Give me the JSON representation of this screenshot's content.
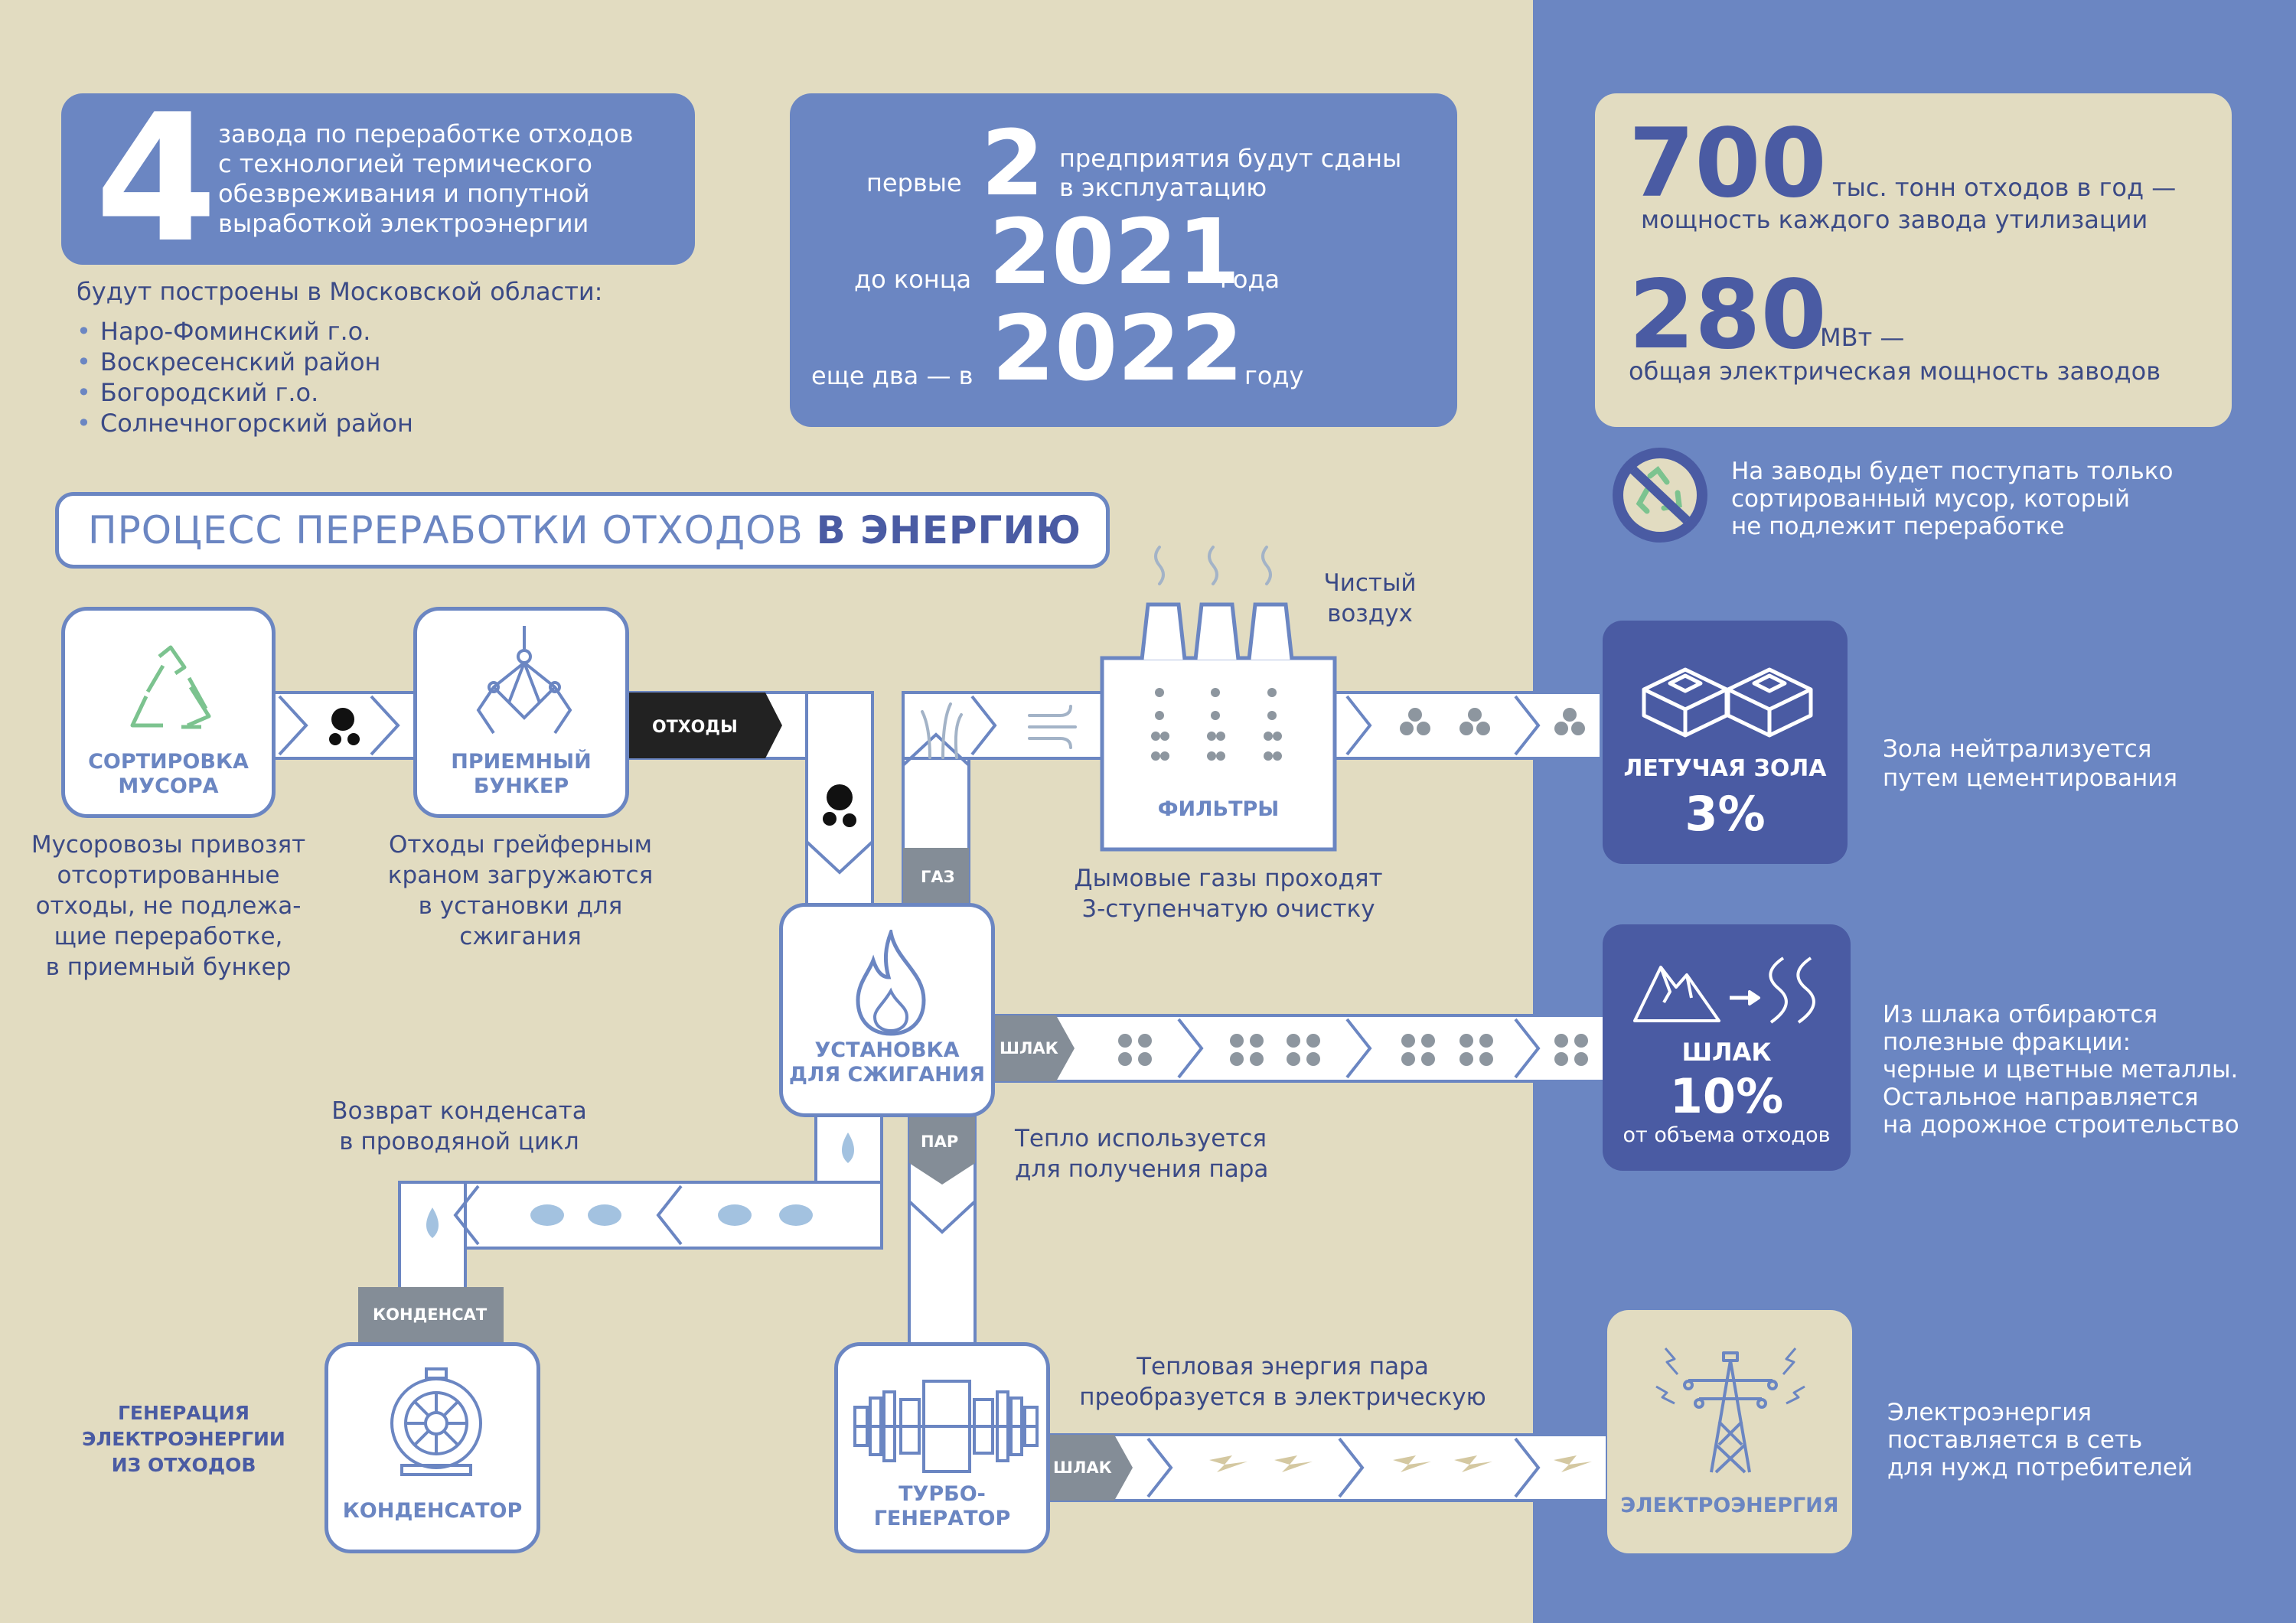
{
  "top_left": {
    "number": "4",
    "card_text": [
      "завода по переработке отходов",
      "с технологией термического",
      "обезвреживания и попутной",
      "выработкой электроэнергии"
    ],
    "subtitle": "будут построены в Московской области:",
    "locations": [
      "Наро-Фоминский г.о.",
      "Воскресенский район",
      "Богородский г.о.",
      "Солнечногорский район"
    ]
  },
  "schedule": {
    "row1_prefix": "первые",
    "row1_number": "2",
    "row1_suffix": [
      "предприятия будут сданы",
      "в эксплуатацию"
    ],
    "row2_prefix": "до конца",
    "row2_number": "2021",
    "row2_suffix": "года",
    "row3_prefix": "еще два — в",
    "row3_number": "2022",
    "row3_suffix": "году"
  },
  "stats": {
    "capacity_number": "700",
    "capacity_unit": "тыс. тонн отходов в год —",
    "capacity_caption": "мощность каждого завода утилизации",
    "power_number": "280",
    "power_unit": "МВт —",
    "power_caption": "общая электрическая мощность заводов"
  },
  "sorted_note": [
    "На заводы будет поступать только",
    "сортированный мусор, который",
    "не подлежит переработке"
  ],
  "process_title": {
    "normal": "ПРОЦЕСС ПЕРЕРАБОТКИ ОТХОДОВ",
    "bold": "В ЭНЕРГИЮ"
  },
  "nodes": {
    "sorting": [
      "СОРТИРОВКА",
      "МУСОРА"
    ],
    "bunker": [
      "ПРИЕМНЫЙ",
      "БУНКЕР"
    ],
    "filters": "ФИЛЬТРЫ",
    "incinerator": [
      "УСТАНОВКА",
      "ДЛЯ СЖИГАНИЯ"
    ],
    "condenser": "КОНДЕНСАТОР",
    "turbine": [
      "ТУРБО-",
      "ГЕНЕРАТОР"
    ],
    "fly_ash": {
      "label": "ЛЕТУЧАЯ ЗОЛА",
      "value": "3%"
    },
    "slag": {
      "label": "ШЛАК",
      "value": "10%",
      "caption": "от объема отходов"
    },
    "electricity": "ЭЛЕКТРОЭНЕРГИЯ"
  },
  "tags": {
    "waste": "ОТХОДЫ",
    "gas": "ГАЗ",
    "slag": "ШЛАК",
    "steam": "ПАР",
    "condensate": "КОНДЕНСАТ",
    "slag2": "ШЛАК"
  },
  "captions": {
    "sorting": [
      "Мусоровозы привозят",
      "отсортированные",
      "отходы, не подлежа-",
      "щие переработке,",
      "в приемный бункер"
    ],
    "bunker": [
      "Отходы грейферным",
      "краном загружаются",
      "в установки для",
      "сжигания"
    ],
    "clean_air": [
      "Чистый",
      "воздух"
    ],
    "filters": [
      "Дымовые газы проходят",
      "3-ступенчатую очистку"
    ],
    "fly_ash": [
      "Зола нейтрализуется",
      "путем цементирования"
    ],
    "slag": [
      "Из шлака отбираются",
      "полезные фракции:",
      "черные и цветные металлы.",
      "Остальное направляется",
      "на дорожное строительство"
    ],
    "condensate_return": [
      "Возврат конденсата",
      "в проводяной цикл"
    ],
    "heat": [
      "Тепло используется",
      "для получения пара"
    ],
    "generation": [
      "ГЕНЕРАЦИЯ",
      "ЭЛЕКТРОЭНЕРГИИ",
      "ИЗ ОТХОДОВ"
    ],
    "steam_energy": [
      "Тепловая энергия пара",
      "преобразуется в электрическую"
    ],
    "electricity": [
      "Электроэнергия",
      "поставляется в сеть",
      "для нужд потребителей"
    ]
  },
  "colors": {
    "background": "#e2dcc1",
    "blue": "#6b86c2",
    "navy": "#4a5ba3",
    "gray_tag": "#848d97",
    "green_recycle": "#7cc38f"
  }
}
